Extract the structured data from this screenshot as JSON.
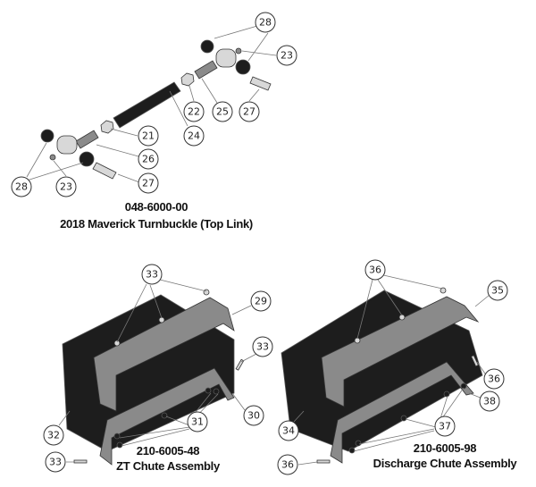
{
  "turnbuckle": {
    "part_number": "048-6000-00",
    "title": "2018 Maverick Turnbuckle (Top Link)",
    "callouts": [
      "28",
      "23",
      "22",
      "25",
      "27",
      "21",
      "24",
      "26",
      "27",
      "28",
      "23"
    ]
  },
  "zt_chute": {
    "part_number": "210-6005-48",
    "title": "ZT Chute Assembly",
    "callouts": [
      "33",
      "29",
      "33",
      "30",
      "31",
      "32",
      "33"
    ]
  },
  "discharge_chute": {
    "part_number": "210-6005-98",
    "title": "Discharge Chute Assembly",
    "callouts": [
      "36",
      "35",
      "36",
      "38",
      "37",
      "34",
      "36"
    ]
  }
}
